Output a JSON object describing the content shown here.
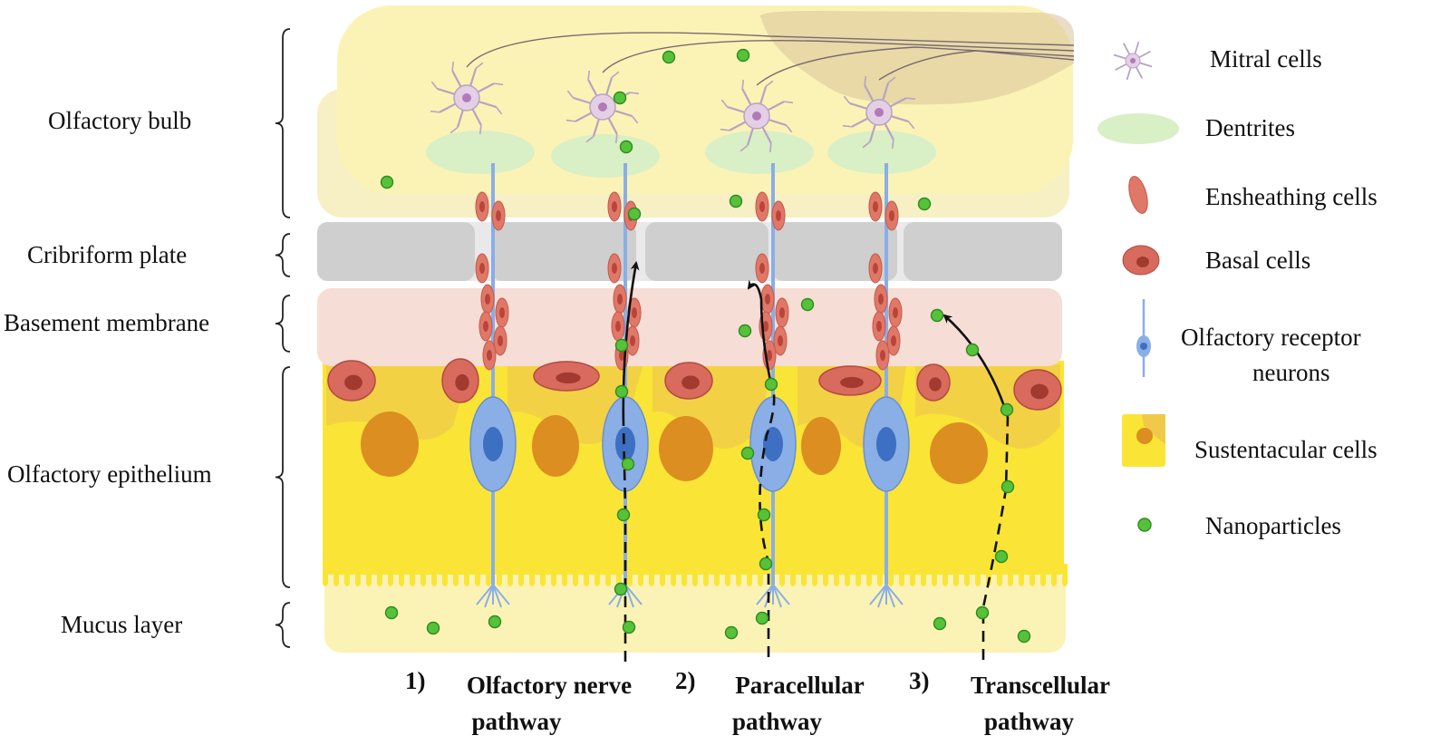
{
  "layers": [
    {
      "id": "bulb",
      "label": "Olfactory bulb"
    },
    {
      "id": "cribriform",
      "label": "Cribriform plate"
    },
    {
      "id": "basement",
      "label": "Basement membrane"
    },
    {
      "id": "epithelium",
      "label": "Olfactory epithelium"
    },
    {
      "id": "mucus",
      "label": "Mucus layer"
    }
  ],
  "legend": [
    {
      "id": "mitral",
      "label": "Mitral cells",
      "icon": "mitral-cell-icon"
    },
    {
      "id": "dentrites",
      "label": "Dentrites",
      "icon": "dentrite-icon"
    },
    {
      "id": "ensheathing",
      "label": "Ensheathing cells",
      "icon": "ensheathing-cell-icon"
    },
    {
      "id": "basal",
      "label": "Basal cells",
      "icon": "basal-cell-icon"
    },
    {
      "id": "orn",
      "label_line1": "Olfactory receptor",
      "label_line2": "neurons",
      "icon": "receptor-neuron-icon"
    },
    {
      "id": "sustentacular",
      "label": "Sustentacular cells",
      "icon": "sustentacular-cell-icon"
    },
    {
      "id": "nano",
      "label": "Nanoparticles",
      "icon": "nanoparticle-icon"
    }
  ],
  "pathways": [
    {
      "number": "1)",
      "line1": "Olfactory nerve",
      "line2": "pathway"
    },
    {
      "number": "2)",
      "line1": "Paracellular",
      "line2": "pathway"
    },
    {
      "number": "3)",
      "line1": "Transcellular",
      "line2": "pathway"
    }
  ],
  "colors": {
    "bulb": "#fbf3b5",
    "bulb_band": "#f6f0c4",
    "nerve_fiber": "#d9c39a",
    "cribriform": "#cfcfcf",
    "basement": "#f6ddd6",
    "epithelium": "#fae536",
    "sustentacular_shadow": "#f0c94a",
    "mucus": "#fbf3b5",
    "mitral": "#e4cfe6",
    "dentrite": "#d9efc6",
    "ensheathing": "#e07868",
    "basal": "#d86a5e",
    "neuron": "#8aaee6",
    "neuron_core": "#3d6fc2",
    "sustentacular_nucleus": "#dc8e20",
    "nanoparticle": "#56c23a"
  }
}
